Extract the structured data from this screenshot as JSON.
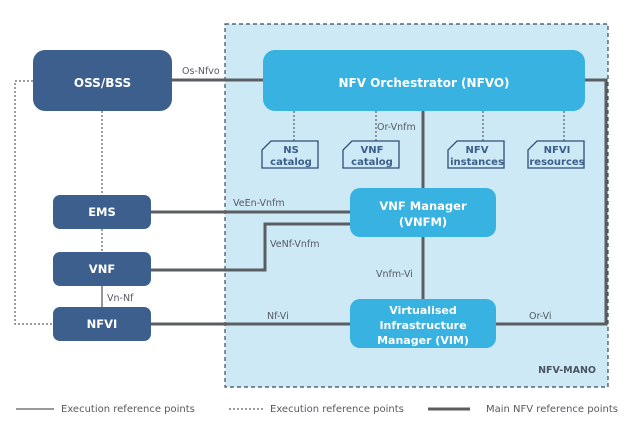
{
  "colors": {
    "dark_box": "#3c5f8d",
    "light_box": "#38b2e0",
    "mano_fill": "#cde9f5",
    "mano_border": "#3a4a5a",
    "line": "#5a5e63",
    "catalog_border": "#2f4e78",
    "label": "#555b63"
  },
  "boxes": {
    "oss_bss": "OSS/BSS",
    "nfvo": "NFV Orchestrator (NFVO)",
    "vnfm_line1": "VNF Manager",
    "vnfm_line2": "(VNFM)",
    "vim_line1": "Virtualised",
    "vim_line2": "Infrastructure",
    "vim_line3": "Manager (VIM)",
    "ems": "EMS",
    "vnf": "VNF",
    "nfvi": "NFVI"
  },
  "catalogs": [
    {
      "line1": "NS",
      "line2": "catalog"
    },
    {
      "line1": "VNF",
      "line2": "catalog"
    },
    {
      "line1": "NFV",
      "line2": "instances"
    },
    {
      "line1": "NFVI",
      "line2": "resources"
    }
  ],
  "reference_points": {
    "os_nfvo": "Os-Nfvo",
    "or_vnfm": "Or-Vnfm",
    "veen_vnfm": "VeEn-Vnfm",
    "venf_vnfm": "VeNf-Vnfm",
    "vnfm_vi": "Vnfm-Vi",
    "nf_vi": "Nf-Vi",
    "or_vi": "Or-Vi",
    "vn_nf": "Vn-Nf"
  },
  "mano_label": "NFV-MANO",
  "legend": [
    {
      "style": "thin-solid",
      "label": "Execution reference points"
    },
    {
      "style": "dotted",
      "label": "Execution reference points"
    },
    {
      "style": "thick-solid",
      "label": "Main NFV reference points"
    }
  ]
}
